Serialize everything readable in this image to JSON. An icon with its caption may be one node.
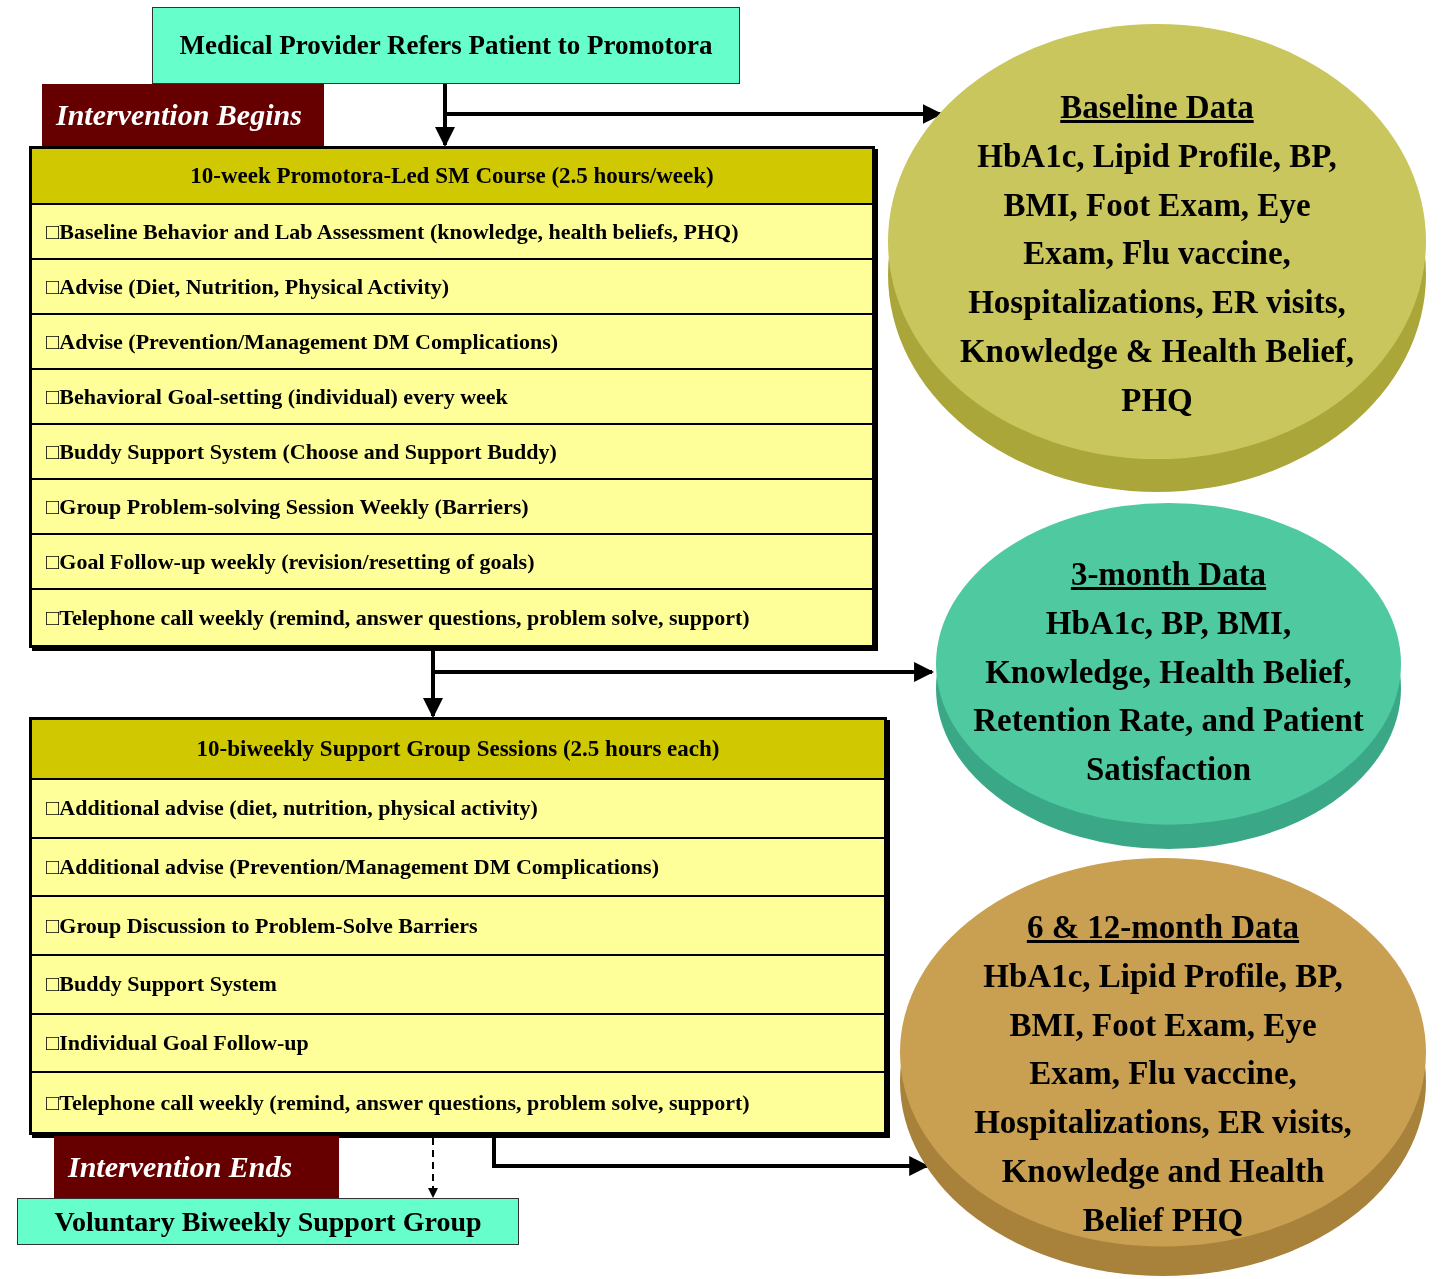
{
  "diagram": {
    "nodes": [
      {
        "text": [
          "Medical Provider Refers Patient to Promotora"
        ]
      },
      {
        "text": [
          "Intervention Begins"
        ]
      },
      {
        "text": [
          "10-week Promotora-Led SM Course (2.5 hours/week)"
        ]
      },
      {
        "text": [
          "□Baseline Behavior and Lab Assessment (knowledge, health beliefs, PHQ)"
        ],
        "in": 2
      },
      {
        "text": [
          "□Advise (Diet, Nutrition, Physical Activity)"
        ],
        "in": 2
      },
      {
        "text": [
          "□Advise (Prevention/Management DM Complications)"
        ],
        "in": 2
      },
      {
        "text": [
          "□Behavioral Goal-setting (individual) every week"
        ],
        "in": 2
      },
      {
        "text": [
          "□Buddy Support System (Choose and Support Buddy)"
        ],
        "in": 2
      },
      {
        "text": [
          "□Group Problem-solving Session Weekly (Barriers)"
        ],
        "in": 2
      },
      {
        "text": [
          "□Goal Follow-up weekly (revision/resetting of goals)"
        ],
        "in": 2
      },
      {
        "text": [
          "□Telephone call weekly (remind, answer questions, problem solve, support)"
        ],
        "in": 2
      },
      {
        "text": [
          "Baseline Data",
          "HbA1c, Lipid Profile, BP, BMI, Foot Exam, Eye Exam, Flu vaccine, Hospitalizations, ER visits, Knowledge & Health Belief, PHQ"
        ]
      },
      {
        "text": [
          "3-month Data",
          "HbA1c, BP, BMI, Knowledge, Health Belief, Retention Rate, and Patient Satisfaction"
        ]
      },
      {
        "text": [
          "10-biweekly Support Group Sessions (2.5 hours each)"
        ]
      },
      {
        "text": [
          "□Additional advise (diet, nutrition, physical activity)"
        ],
        "in": 13
      },
      {
        "text": [
          "□Additional advise (Prevention/Management DM Complications)"
        ],
        "in": 13
      },
      {
        "text": [
          "□Group Discussion to Problem-Solve Barriers"
        ],
        "in": 13
      },
      {
        "text": [
          "□Buddy Support System"
        ],
        "in": 13
      },
      {
        "text": [
          "□Individual Goal Follow-up"
        ],
        "in": 13
      },
      {
        "text": [
          "□Telephone call weekly (remind, answer questions, problem solve, support)"
        ],
        "in": 13
      },
      {
        "text": [
          "6 & 12-month Data",
          "HbA1c, Lipid Profile, BP, BMI, Foot Exam, Eye Exam, Flu vaccine, Hospitalizations, ER visits, Knowledge and Health Belief PHQ"
        ]
      },
      {
        "text": [
          "Intervention Ends"
        ]
      },
      {
        "text": [
          "Voluntary Biweekly Support Group"
        ]
      }
    ],
    "edges": [
      {
        "from": 0,
        "to": 2,
        "arrow": "to"
      },
      {
        "from": 0,
        "to": 11,
        "arrow": "to"
      },
      {
        "from": 2,
        "to": 13,
        "arrow": "to"
      },
      {
        "from": 2,
        "to": 12,
        "arrow": "to"
      },
      {
        "from": 13,
        "to": 22,
        "arrow": "to",
        "style": "dashed"
      },
      {
        "from": 13,
        "to": 20,
        "arrow": "to"
      }
    ]
  }
}
